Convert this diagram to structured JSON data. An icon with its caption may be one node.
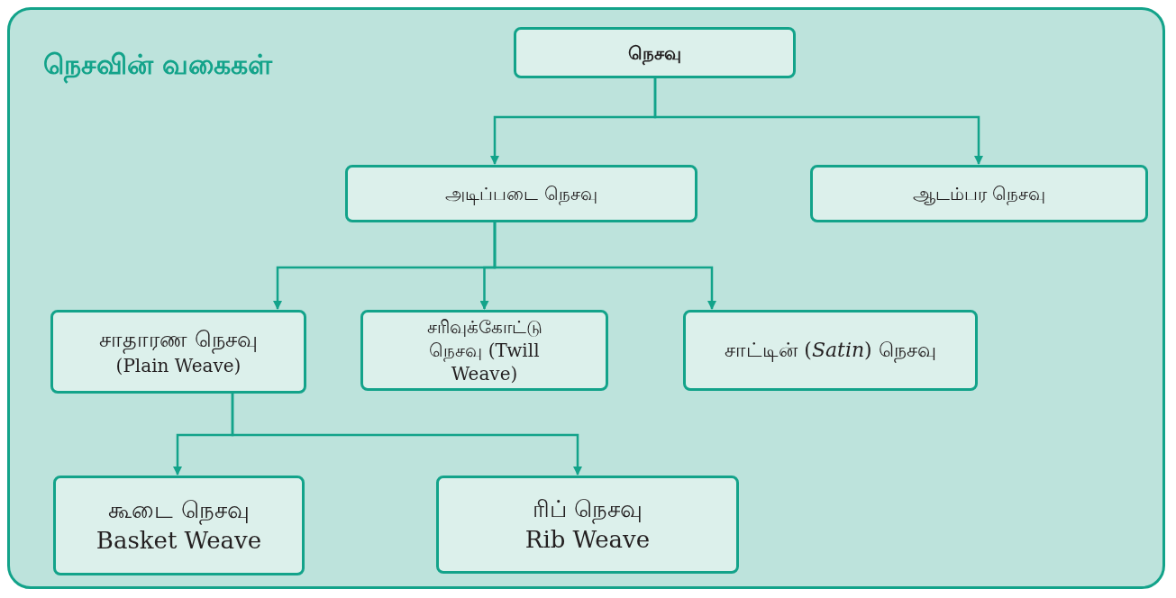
{
  "diagram": {
    "title": "நெசவின் வகைகள்",
    "nodes": [
      {
        "text": [
          "நெசவு"
        ]
      },
      {
        "text": [
          "அடிப்படை நெசவு"
        ]
      },
      {
        "text": [
          "ஆடம்பர நெசவு"
        ]
      },
      {
        "text": [
          "சாதாரண நெசவு",
          "(Plain Weave)"
        ]
      },
      {
        "text": [
          "சரிவுக்கோட்டு நெசவு (Twill Weave)"
        ]
      },
      {
        "text": [
          "சாட்டின் (*Satin*) நெசவு"
        ]
      },
      {
        "text": [
          "கூடை நெசவு",
          "Basket Weave"
        ]
      },
      {
        "text": [
          "ரிப் நெசவு",
          "Rib Weave"
        ]
      }
    ],
    "edges": [
      {
        "from": 0,
        "to": 1,
        "arrow": "to"
      },
      {
        "from": 0,
        "to": 2,
        "arrow": "to"
      },
      {
        "from": 1,
        "to": 3,
        "arrow": "to"
      },
      {
        "from": 1,
        "to": 4,
        "arrow": "to"
      },
      {
        "from": 1,
        "to": 5,
        "arrow": "to"
      },
      {
        "from": 3,
        "to": 6,
        "arrow": "to"
      },
      {
        "from": 3,
        "to": 7,
        "arrow": "to"
      }
    ]
  }
}
